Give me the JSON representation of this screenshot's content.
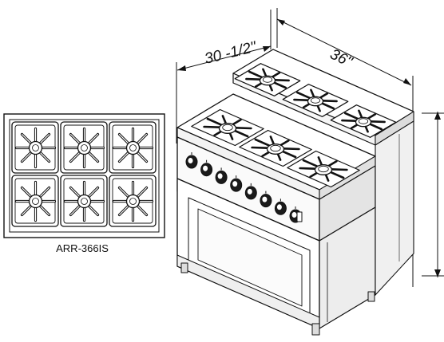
{
  "dimensions": {
    "depth": "30 -1/2\"",
    "width": "36\""
  },
  "model": "ARR-366IS",
  "top_view": {
    "burner_rows": 2,
    "burner_cols": 3
  },
  "range": {
    "burner_count": 6,
    "knob_count": 8
  }
}
